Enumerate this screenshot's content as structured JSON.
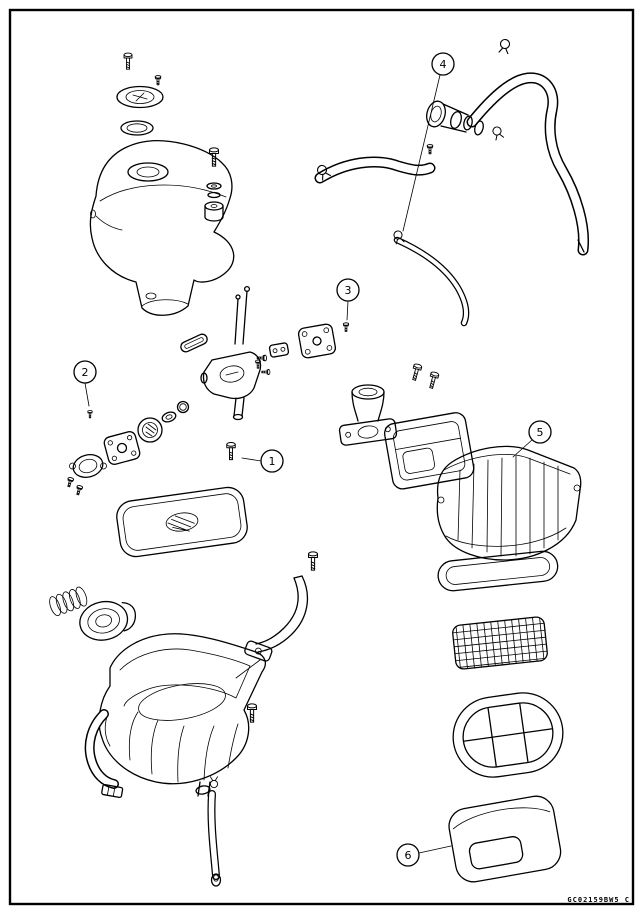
{
  "diagram": {
    "callouts": [
      {
        "label": "1"
      },
      {
        "label": "2"
      },
      {
        "label": "3"
      },
      {
        "label": "4"
      },
      {
        "label": "5"
      },
      {
        "label": "6"
      }
    ],
    "part_code": "GC02159BW5 C",
    "colors": {
      "line": "#000000",
      "background": "#ffffff"
    }
  }
}
